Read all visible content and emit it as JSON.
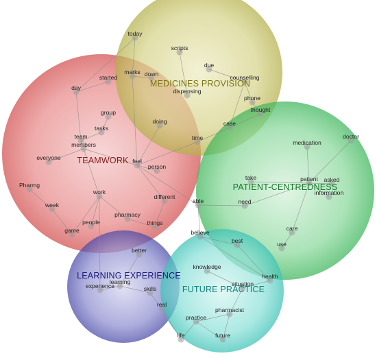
{
  "themes": [
    {
      "id": "teamwork",
      "label": "TEAMWORK",
      "fill": "#d84a4a",
      "text": "#8b1a1a"
    },
    {
      "id": "medicines-provision",
      "label": "MEDICINES PROVISION",
      "fill": "#b8b440",
      "text": "#7a7410"
    },
    {
      "id": "patient-centredness",
      "label": "PATIENT-CENTREDNESS",
      "fill": "#3cb85a",
      "text": "#137a2a"
    },
    {
      "id": "learning-experience",
      "label": "LEARNING EXPERIENCE",
      "fill": "#4040a8",
      "text": "#1a1a7a"
    },
    {
      "id": "future-practice",
      "label": "FUTURE PRACTICE",
      "fill": "#3cc4b8",
      "text": "#12807a"
    }
  ],
  "words": [
    {
      "id": "today",
      "text": "today"
    },
    {
      "id": "scripts",
      "text": "scripts"
    },
    {
      "id": "due",
      "text": "due"
    },
    {
      "id": "counselling",
      "text": "counselling"
    },
    {
      "id": "marks",
      "text": "marks"
    },
    {
      "id": "down",
      "text": "down"
    },
    {
      "id": "started",
      "text": "started"
    },
    {
      "id": "day",
      "text": "day"
    },
    {
      "id": "dispensing",
      "text": "dispensing"
    },
    {
      "id": "phone",
      "text": "phone"
    },
    {
      "id": "thought",
      "text": "thought"
    },
    {
      "id": "group",
      "text": "group"
    },
    {
      "id": "doing",
      "text": "doing"
    },
    {
      "id": "case",
      "text": "case"
    },
    {
      "id": "tasks",
      "text": "tasks"
    },
    {
      "id": "team",
      "text": "team"
    },
    {
      "id": "members",
      "text": "members"
    },
    {
      "id": "time",
      "text": "time"
    },
    {
      "id": "medication",
      "text": "medication"
    },
    {
      "id": "doctor",
      "text": "doctor"
    },
    {
      "id": "everyone",
      "text": "everyone"
    },
    {
      "id": "feel",
      "text": "feel"
    },
    {
      "id": "person",
      "text": "person"
    },
    {
      "id": "take",
      "text": "take"
    },
    {
      "id": "patient",
      "text": "patient"
    },
    {
      "id": "asked",
      "text": "asked"
    },
    {
      "id": "information",
      "text": "information"
    },
    {
      "id": "pharmg",
      "text": "Pharmg"
    },
    {
      "id": "work",
      "text": "work"
    },
    {
      "id": "different",
      "text": "different"
    },
    {
      "id": "able",
      "text": "able"
    },
    {
      "id": "need",
      "text": "need"
    },
    {
      "id": "week",
      "text": "week"
    },
    {
      "id": "pharmacy",
      "text": "pharmacy"
    },
    {
      "id": "people",
      "text": "people"
    },
    {
      "id": "things",
      "text": "things"
    },
    {
      "id": "game",
      "text": "game"
    },
    {
      "id": "care",
      "text": "care"
    },
    {
      "id": "believe",
      "text": "believe"
    },
    {
      "id": "best",
      "text": "best"
    },
    {
      "id": "use",
      "text": "use"
    },
    {
      "id": "better",
      "text": "better"
    },
    {
      "id": "knowledge",
      "text": "knowledge"
    },
    {
      "id": "experience",
      "text": "experience"
    },
    {
      "id": "learning",
      "text": "learning"
    },
    {
      "id": "skills",
      "text": "skills"
    },
    {
      "id": "situation",
      "text": "situation"
    },
    {
      "id": "health",
      "text": "health"
    },
    {
      "id": "real",
      "text": "real"
    },
    {
      "id": "pharmacist",
      "text": "pharmacist"
    },
    {
      "id": "practice",
      "text": "practice"
    },
    {
      "id": "life",
      "text": "life"
    },
    {
      "id": "future",
      "text": "future"
    }
  ],
  "links": [
    [
      "today",
      "marks"
    ],
    [
      "today",
      "day"
    ],
    [
      "scripts",
      "dispensing"
    ],
    [
      "due",
      "counselling"
    ],
    [
      "counselling",
      "phone"
    ],
    [
      "phone",
      "thought"
    ],
    [
      "thought",
      "case"
    ],
    [
      "counselling",
      "case"
    ],
    [
      "marks",
      "down"
    ],
    [
      "marks",
      "feel"
    ],
    [
      "started",
      "day"
    ],
    [
      "day",
      "team"
    ],
    [
      "group",
      "tasks"
    ],
    [
      "tasks",
      "team"
    ],
    [
      "team",
      "members"
    ],
    [
      "members",
      "everyone"
    ],
    [
      "members",
      "feel"
    ],
    [
      "team",
      "work"
    ],
    [
      "doing",
      "feel"
    ],
    [
      "feel",
      "time"
    ],
    [
      "time",
      "case"
    ],
    [
      "feel",
      "person"
    ],
    [
      "feel",
      "different"
    ],
    [
      "feel",
      "able"
    ],
    [
      "able",
      "need"
    ],
    [
      "able",
      "believe"
    ],
    [
      "believe",
      "best"
    ],
    [
      "best",
      "health"
    ],
    [
      "believe",
      "health"
    ],
    [
      "take",
      "patient"
    ],
    [
      "medication",
      "patient"
    ],
    [
      "doctor",
      "patient"
    ],
    [
      "patient",
      "information"
    ],
    [
      "patient",
      "asked"
    ],
    [
      "patient",
      "need"
    ],
    [
      "patient",
      "care"
    ],
    [
      "care",
      "use"
    ],
    [
      "pharmg",
      "week"
    ],
    [
      "week",
      "game"
    ],
    [
      "work",
      "game"
    ],
    [
      "work",
      "people"
    ],
    [
      "work",
      "pharmacy"
    ],
    [
      "pharmacy",
      "things"
    ],
    [
      "different",
      "things"
    ],
    [
      "work",
      "experience"
    ],
    [
      "better",
      "learning"
    ],
    [
      "experience",
      "learning"
    ],
    [
      "learning",
      "skills"
    ],
    [
      "skills",
      "real"
    ],
    [
      "real",
      "life"
    ],
    [
      "knowledge",
      "situation"
    ],
    [
      "situation",
      "health"
    ],
    [
      "situation",
      "pharmacist"
    ],
    [
      "pharmacist",
      "practice"
    ],
    [
      "pharmacist",
      "future"
    ],
    [
      "practice",
      "life"
    ],
    [
      "practice",
      "future"
    ]
  ]
}
